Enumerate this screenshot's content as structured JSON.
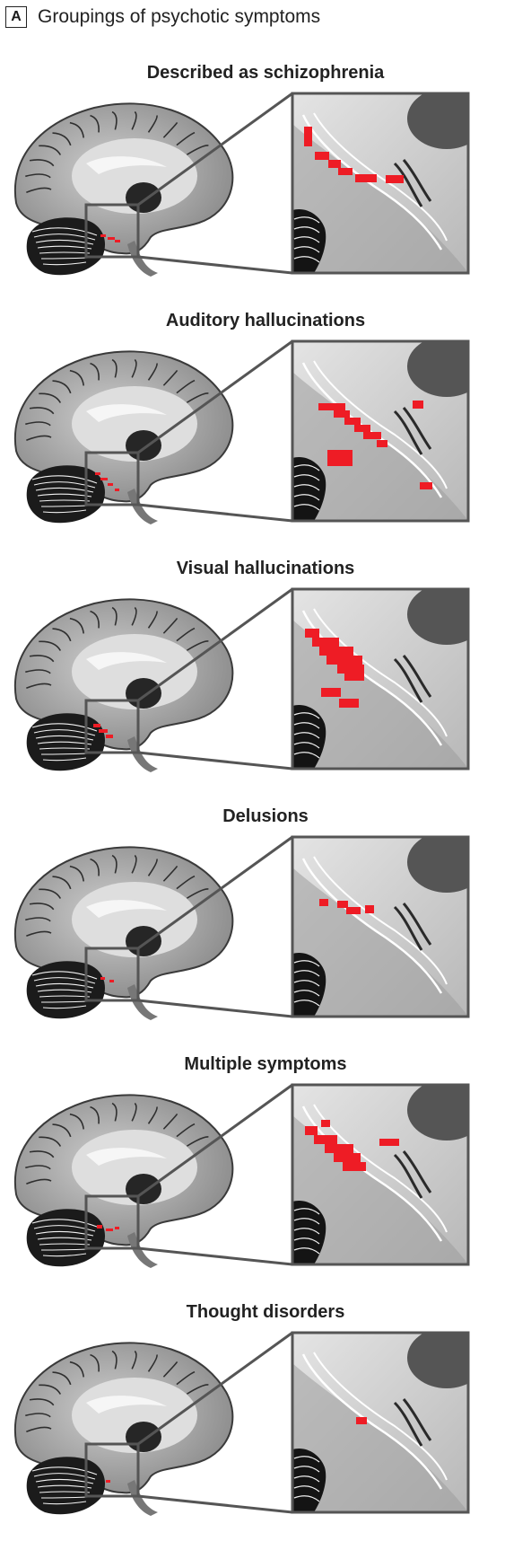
{
  "panel": {
    "letter": "A",
    "title": "Groupings of psychotic symptoms"
  },
  "groups": [
    {
      "title": "Described as schizophrenia"
    },
    {
      "title": "Auditory hallucinations"
    },
    {
      "title": "Visual hallucinations"
    },
    {
      "title": "Delusions"
    },
    {
      "title": "Multiple symptoms"
    },
    {
      "title": "Thought disorders"
    }
  ],
  "colors": {
    "highlight": "#ee1c25",
    "frame": "#555555",
    "background": "#ffffff"
  },
  "icons": {
    "brain": "sagittal-brain-slice",
    "zoom": "hippocampus-zoom-inset"
  }
}
